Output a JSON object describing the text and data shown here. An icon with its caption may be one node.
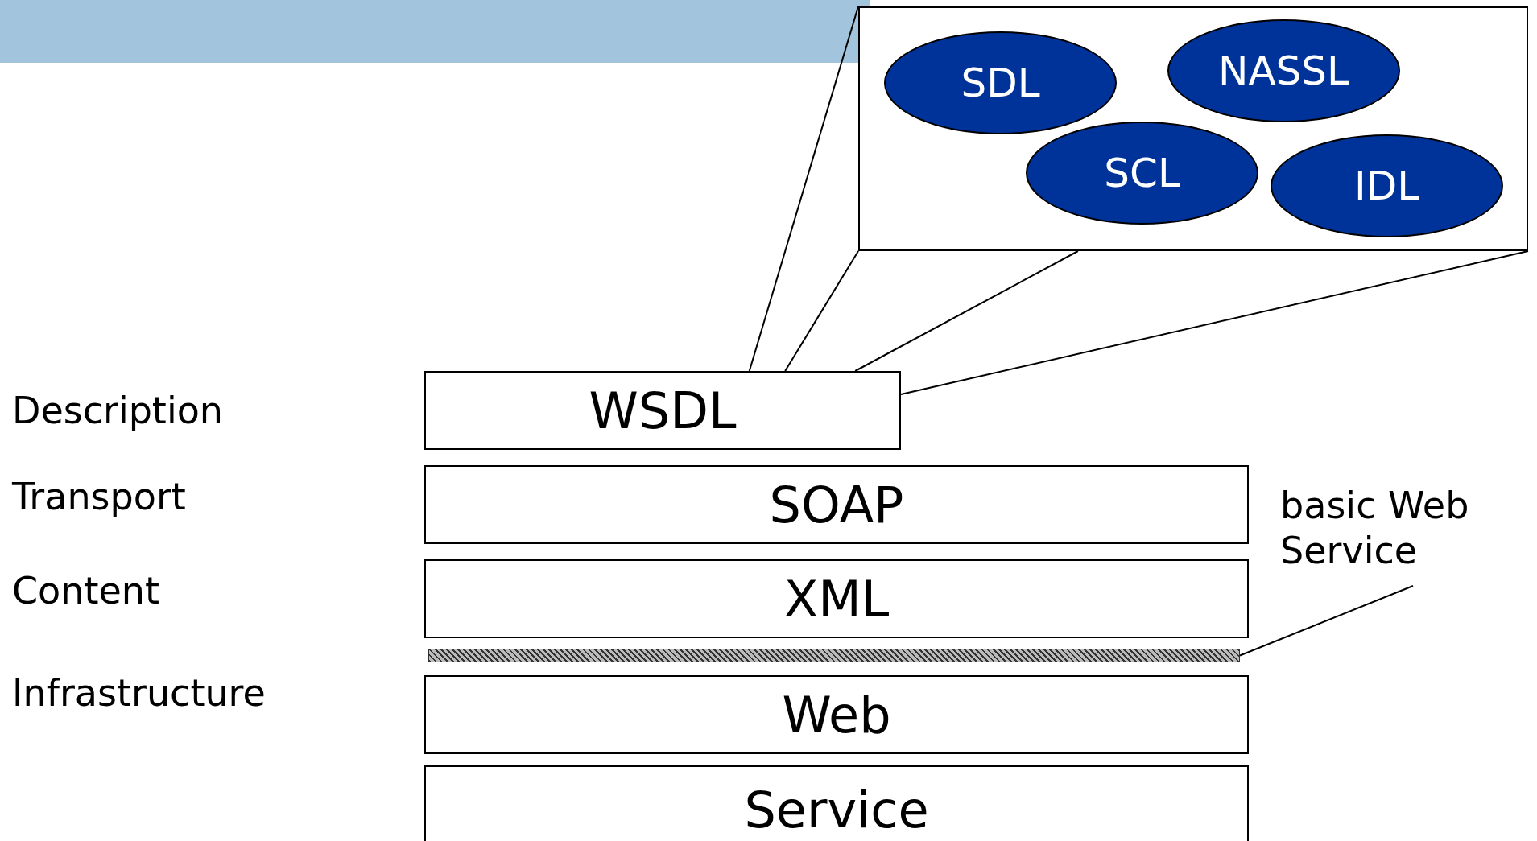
{
  "diagram": {
    "nodes": [
      {
        "text": [],
        "shape": "box"
      },
      {
        "text": [
          "SDL"
        ],
        "in": 0
      },
      {
        "text": [
          "NASSL"
        ],
        "in": 0
      },
      {
        "text": [
          "SCL"
        ],
        "in": 0
      },
      {
        "text": [
          "IDL"
        ],
        "in": 0
      },
      {
        "text": [
          "WSDL"
        ]
      },
      {
        "text": [
          "SOAP"
        ]
      },
      {
        "text": [
          "XML"
        ]
      },
      {
        "text": [],
        "shape": "bar"
      },
      {
        "text": [
          "Web"
        ]
      },
      {
        "text": [
          "Service"
        ]
      },
      {
        "text": [
          "basic Web Service"
        ]
      }
    ],
    "edges": [
      {
        "from": 5,
        "to": 0,
        "arrow": "none"
      },
      {
        "from": 5,
        "to": 0,
        "arrow": "none"
      },
      {
        "from": 5,
        "to": 0,
        "arrow": "none"
      },
      {
        "from": 5,
        "to": 0,
        "arrow": "none"
      },
      {
        "from": 11,
        "to": 8,
        "arrow": "none"
      }
    ],
    "labels": [
      "Description",
      "Transport",
      "Content",
      "Infrastructure"
    ]
  }
}
